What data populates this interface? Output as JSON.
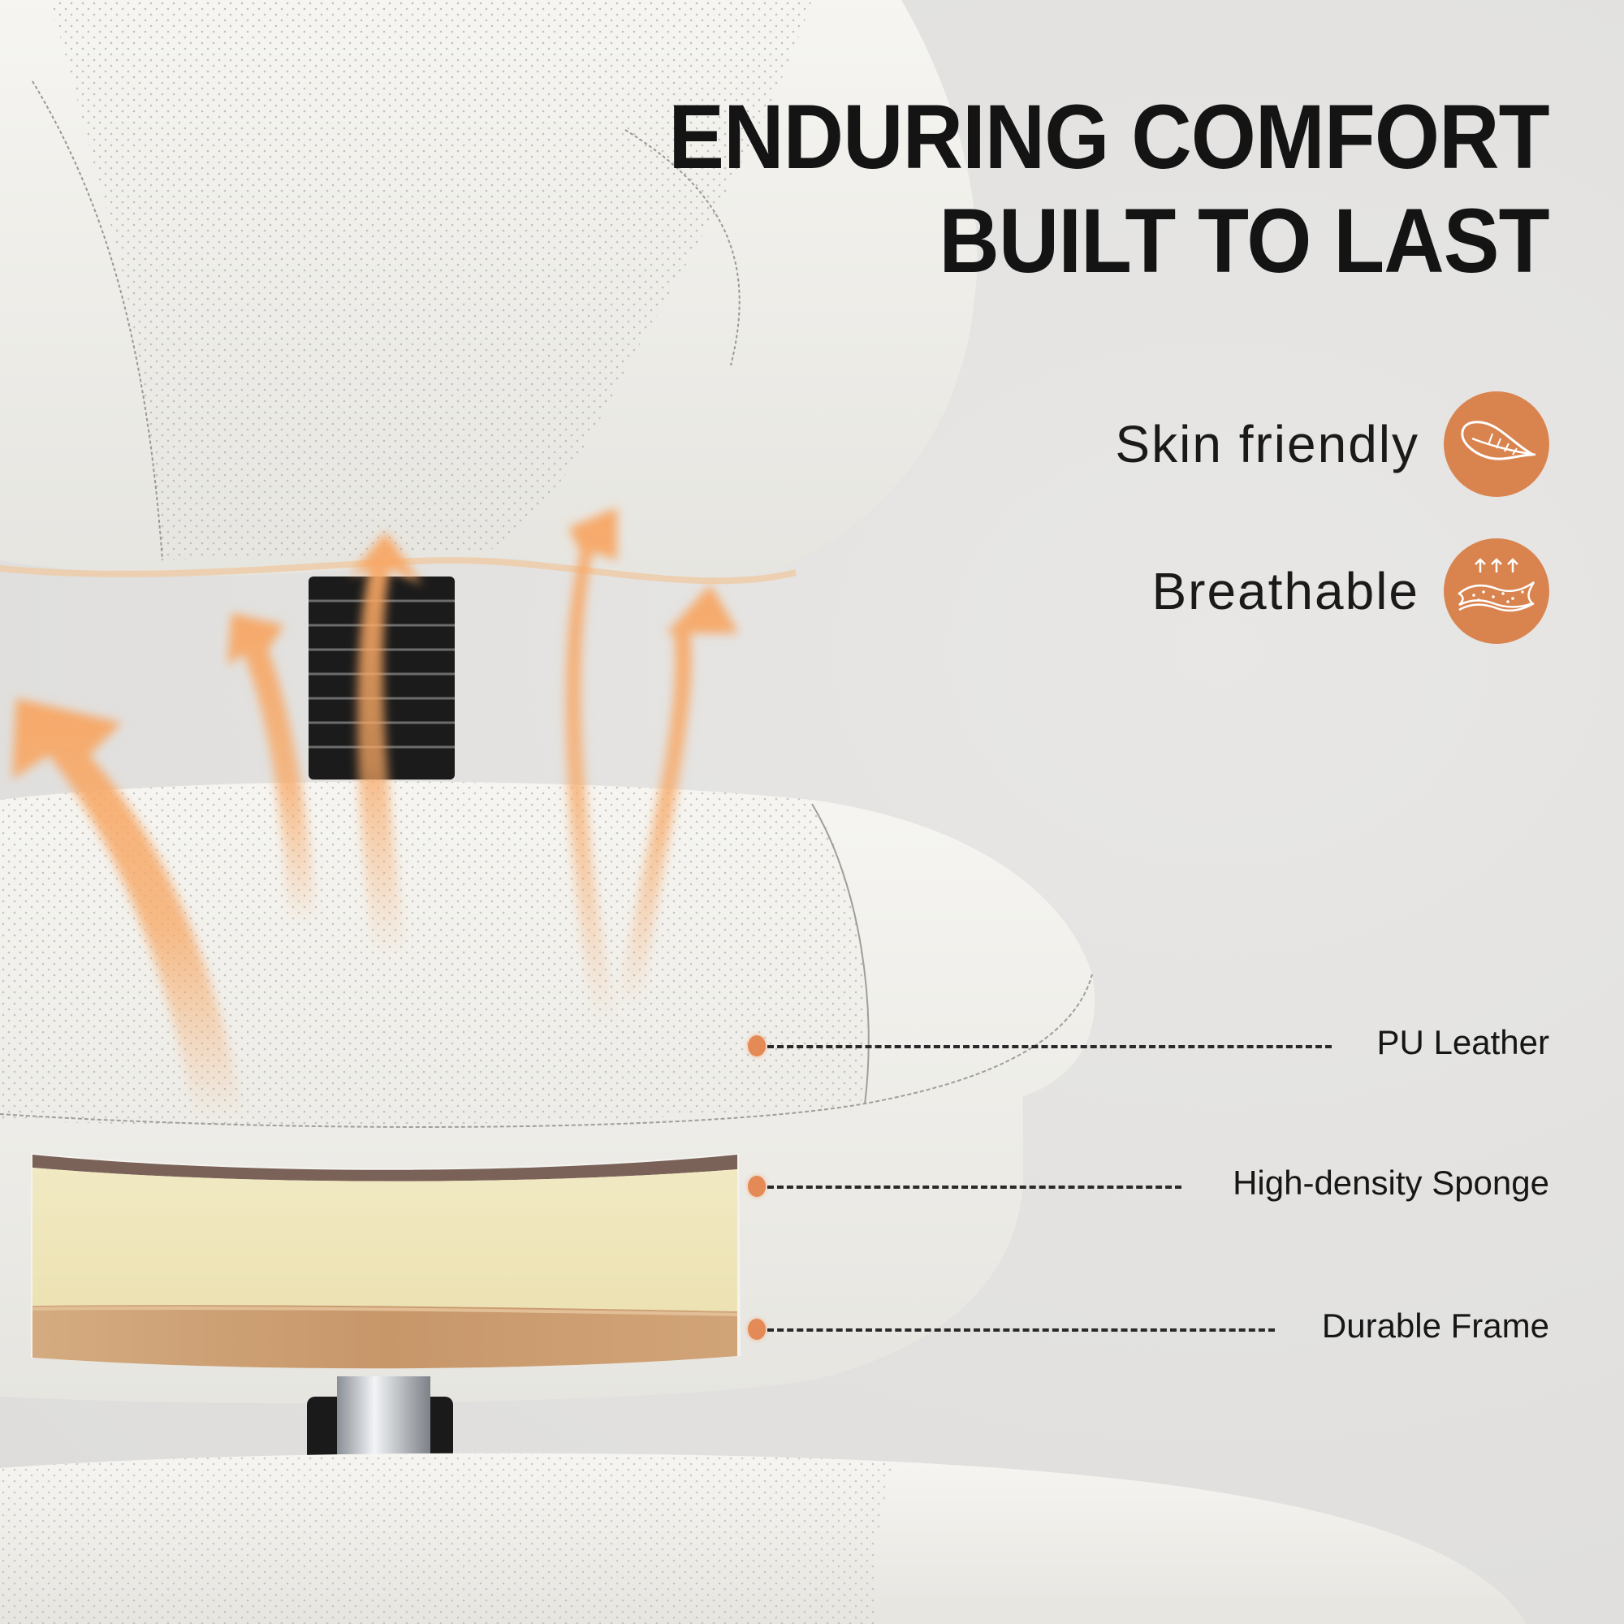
{
  "headline": {
    "line1": "ENDURING COMFORT",
    "line2": "BUILT TO LAST"
  },
  "features": [
    {
      "label": "Skin friendly",
      "icon": "feather-icon"
    },
    {
      "label": "Breathable",
      "icon": "breathable-layers-icon"
    }
  ],
  "callouts": [
    {
      "label": "PU Leather"
    },
    {
      "label": "High-density Sponge"
    },
    {
      "label": "Durable Frame"
    }
  ],
  "colors": {
    "accent": "#d9844f",
    "background": "#e3e2e0",
    "text": "#141414",
    "leather": "#f2f1ec",
    "sponge": "#efe6bb",
    "frame": "#c99a6c",
    "airflow_arrows": "#f6a866"
  }
}
